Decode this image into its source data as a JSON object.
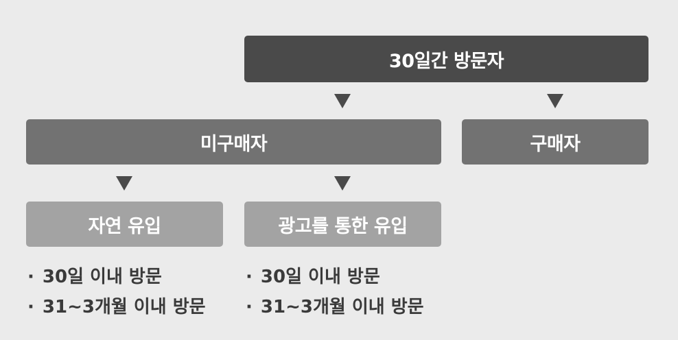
{
  "nodes": {
    "visitors": "30일간 방문자",
    "non_buyer": "미구매자",
    "buyer": "구매자",
    "natural": "자연 유입",
    "ad": "광고를 통한 유입"
  },
  "lists": {
    "natural": [
      "30일 이내 방문",
      "31~3개월 이내 방문"
    ],
    "ad": [
      "30일 이내 방문",
      "31~3개월 이내 방문"
    ]
  },
  "colors": {
    "background": "#ebebeb",
    "level1": "#4a4a4a",
    "level2": "#727272",
    "level3": "#a3a3a3",
    "arrow": "#4a4a4a"
  }
}
